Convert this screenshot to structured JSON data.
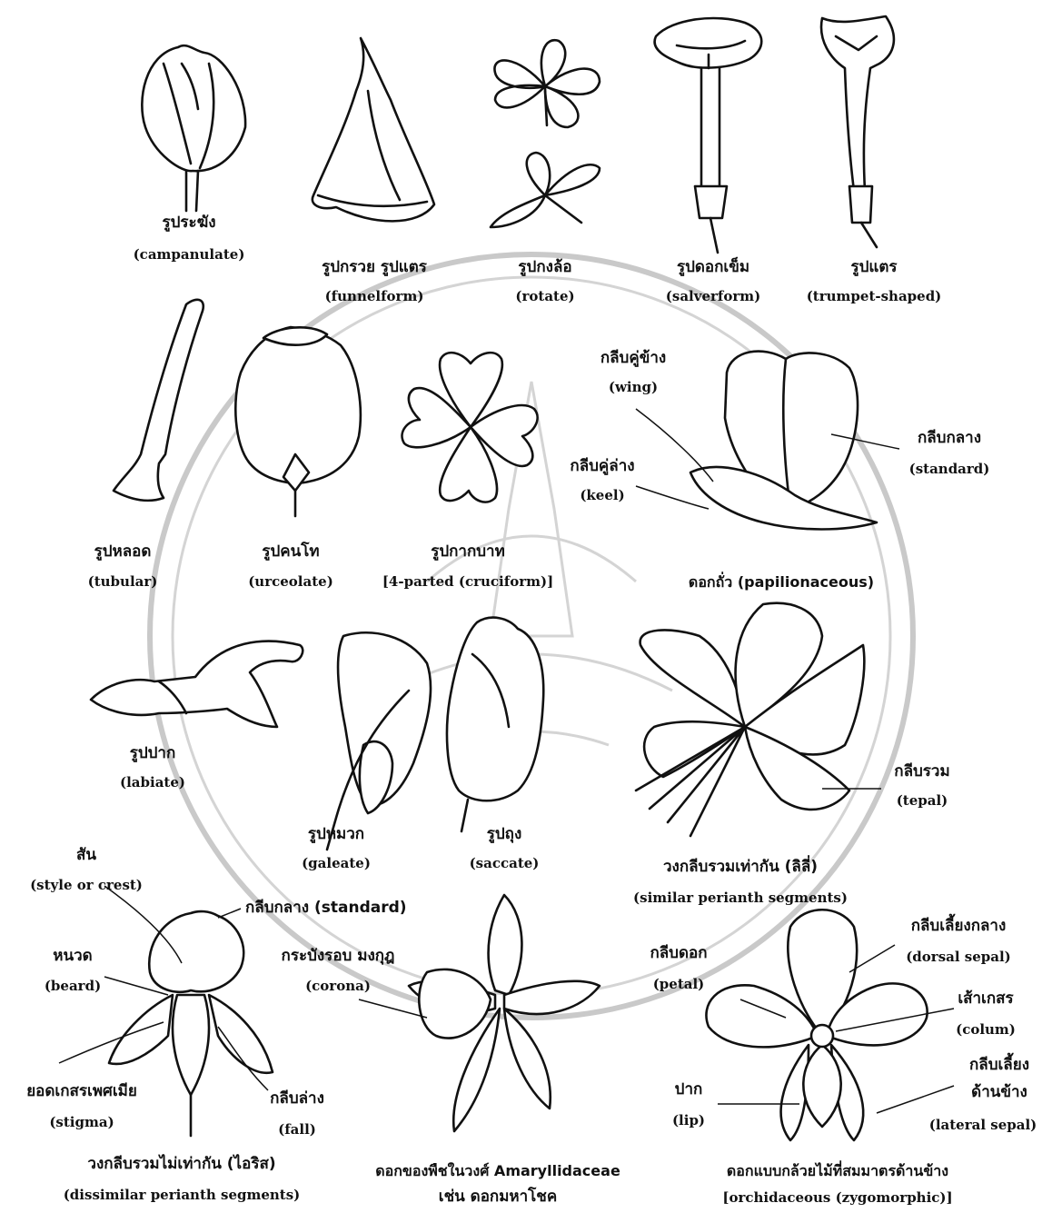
{
  "figures": {
    "campanulate": {
      "th": "รูประฆัง",
      "en": "(campanulate)"
    },
    "funnelform": {
      "th": "รูปกรวย รูปแตร",
      "en": "(funnelform)"
    },
    "rotate": {
      "th": "รูปกงล้อ",
      "en": "(rotate)"
    },
    "salverform": {
      "th": "รูปดอกเข็ม",
      "en": "(salverform)"
    },
    "trumpet": {
      "th": "รูปแตร",
      "en": "(trumpet-shaped)"
    },
    "tubular": {
      "th": "รูปหลอด",
      "en": "(tubular)"
    },
    "urceolate": {
      "th": "รูปคนโท",
      "en": "(urceolate)"
    },
    "cruciform": {
      "th": "รูปกากบาท",
      "en": "[4-parted (cruciform)]"
    },
    "papilionaceous": {
      "th": "ดอกถั่ว (papilionaceous)",
      "wing_th": "กลีบคู่ข้าง",
      "wing_en": "(wing)",
      "keel_th": "กลีบคู่ล่าง",
      "keel_en": "(keel)",
      "standard_th": "กลีบกลาง",
      "standard_en": "(standard)"
    },
    "labiate": {
      "th": "รูปปาก",
      "en": "(labiate)"
    },
    "galeate": {
      "th": "รูปหมวก",
      "en": "(galeate)"
    },
    "saccate": {
      "th": "รูปถุง",
      "en": "(saccate)"
    },
    "lily": {
      "th": "วงกลีบรวมเท่ากัน (ลิลี่)",
      "en": "(similar perianth segments)",
      "tepal_th": "กลีบรวม",
      "tepal_en": "(tepal)"
    },
    "iris": {
      "th": "วงกลีบรวมไม่เท่ากัน (ไอริส)",
      "en": "(dissimilar perianth segments)",
      "style_th": "สัน",
      "style_en": "(style or crest)",
      "standard": "กลีบกลาง (standard)",
      "beard_th": "หนวด",
      "beard_en": "(beard)",
      "stigma_th": "ยอดเกสรเพศเมีย",
      "stigma_en": "(stigma)",
      "fall_th": "กลีบล่าง",
      "fall_en": "(fall)"
    },
    "amaryllis": {
      "line1": "ดอกของพืชในวงศ์ Amaryllidaceae",
      "line2": "เช่น ดอกมหาโชค",
      "corona_th": "กระบังรอบ มงกุฎ",
      "corona_en": "(corona)"
    },
    "orchid": {
      "line1": "ดอกแบบกล้วยไม้ที่สมมาตรด้านข้าง",
      "line2": "[orchidaceous (zygomorphic)]",
      "dorsal_th": "กลีบเลี้ยงกลาง",
      "dorsal_en": "(dorsal sepal)",
      "petal_th": "กลีบดอก",
      "petal_en": "(petal)",
      "column_th": "เส้าเกสร",
      "column_en": "(colum)",
      "lateral_th1": "กลีบเลี้ยง",
      "lateral_th2": "ด้านข้าง",
      "lateral_en": "(lateral sepal)",
      "lip_th": "ปาก",
      "lip_en": "(lip)"
    }
  }
}
